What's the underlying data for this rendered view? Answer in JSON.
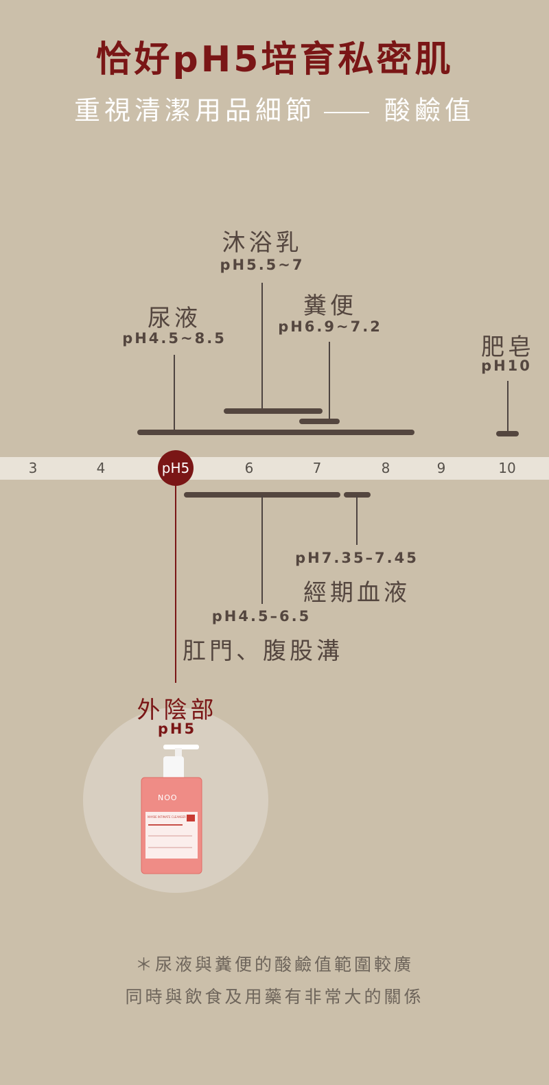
{
  "header": {
    "title": "恰好pH5培育私密肌",
    "subtitle_left": "重視清潔用品細節",
    "subtitle_right": "酸鹼值"
  },
  "scale": {
    "ticks": [
      "3",
      "4",
      "6",
      "7",
      "8",
      "9",
      "10"
    ],
    "marker": "pH5"
  },
  "upper": {
    "shower": {
      "name": "沐浴乳",
      "ph": "pH5.5~7"
    },
    "feces": {
      "name": "糞便",
      "ph": "pH6.9~7.2"
    },
    "urine": {
      "name": "尿液",
      "ph": "pH4.5~8.5"
    },
    "soap": {
      "name": "肥皂",
      "ph": "pH10"
    }
  },
  "lower": {
    "menstrual": {
      "ph": "pH7.35–7.45",
      "name": "經期血液"
    },
    "anal": {
      "ph": "pH4.5–6.5",
      "name": "肛門、腹股溝"
    },
    "vulva": {
      "name": "外陰部",
      "ph": "pH5"
    }
  },
  "product": {
    "brand": "NOO",
    "label": "MAYBE INTIMATE CLEANSER"
  },
  "notes": {
    "line1": "＊尿液與糞便的酸鹼值範圍較廣",
    "line2": "同時與飲食及用藥有非常大的關係"
  },
  "colors": {
    "background": "#cbbfaa",
    "accent": "#7a1616",
    "bar": "#54463f"
  }
}
